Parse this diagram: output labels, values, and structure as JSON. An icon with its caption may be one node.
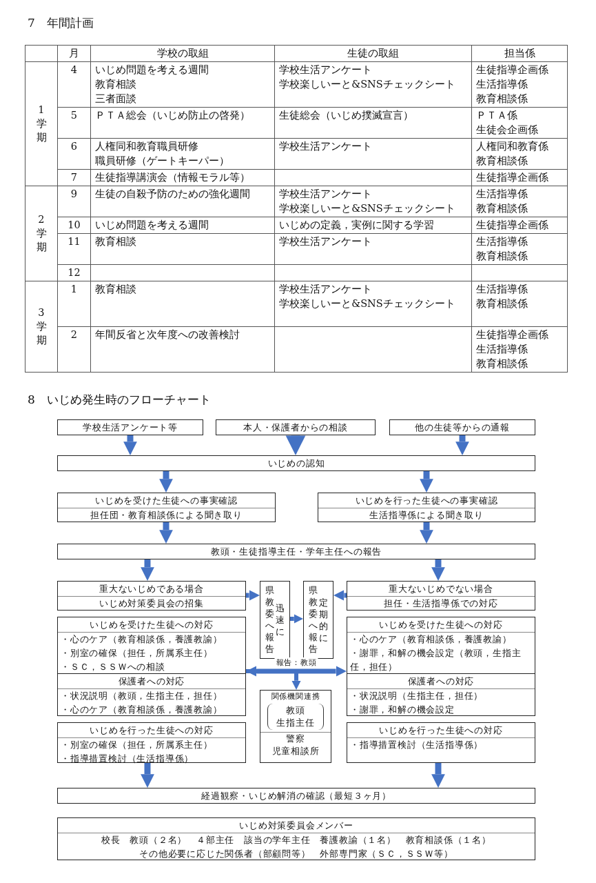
{
  "diagram": {
    "nodes": [
      {
        "text": [
          "学校生活アンケート等"
        ]
      },
      {
        "text": [
          "本人・保護者からの相談"
        ]
      },
      {
        "text": [
          "他の生徒等からの通報"
        ]
      },
      {
        "text": [
          "いじめの認知"
        ]
      },
      {
        "text": [
          "いじめを受けた生徒への事実確認",
          "担任団・教育相談係による聞き取り"
        ]
      },
      {
        "text": [
          "いじめを行った生徒への事実確認",
          "生活指導係による聞き取り"
        ]
      },
      {
        "text": [
          "教頭・生徒指導主任・学年主任への報告"
        ]
      },
      {
        "text": [
          "重大ないじめである場合",
          "いじめ対策委員会の招集"
        ]
      },
      {
        "text": [
          "重大ないじめでない場合",
          "担任・生活指導係での対応"
        ]
      },
      {
        "text": [
          "県教委へ報告",
          "迅速に"
        ]
      },
      {
        "text": [
          "県教委へ報告",
          "定期的に"
        ]
      },
      {
        "text": [
          "いじめを受けた生徒への対応",
          "・心のケア（教育相談係，養護教諭）",
          "・別室の確保（担任，所属系主任）",
          "・ＳＣ，ＳＳＷへの相談"
        ]
      },
      {
        "text": [
          "保護者への対応",
          "・状況説明（教頭，生指主任，担任）",
          "・心のケア（教育相談係，養護教諭）"
        ]
      },
      {
        "text": [
          "いじめを行った生徒への対応",
          "・別室の確保（担任，所属系主任）",
          "・指導措置検討（生活指導係）"
        ]
      },
      {
        "text": [
          "いじめを受けた生徒への対応",
          "・心のケア（教育相談係，養護教諭）",
          "・謝罪，和解の機会設定（教頭，生指主任，担任）"
        ]
      },
      {
        "text": [
          "保護者への対応",
          "・状況説明（生指主任，担任）",
          "・謝罪，和解の機会設定"
        ]
      },
      {
        "text": [
          "いじめを行った生徒への対応",
          "・指導措置検討（生活指導係）"
        ]
      },
      {
        "text": [
          "関係機関連携",
          "教頭",
          "生指主任",
          "警察",
          "児童相談所"
        ]
      },
      {
        "text": [
          "経過観察・いじめ解消の確認（最短３ヶ月）"
        ]
      },
      {
        "text": [
          "いじめ対策委員会メンバー",
          "校長　教頭（２名）　４部主任　該当の学年主任　養護教諭（１名）　教育相談係（１名）",
          "その他必要に応じた関係者（部顧問等）　外部専門家（ＳＣ，ＳＳＷ等）"
        ]
      }
    ],
    "edges": [
      {
        "from": 0,
        "to": 3,
        "arrow": "to"
      },
      {
        "from": 1,
        "to": 3,
        "arrow": "to"
      },
      {
        "from": 2,
        "to": 3,
        "arrow": "to"
      },
      {
        "from": 3,
        "to": 4,
        "arrow": "to"
      },
      {
        "from": 3,
        "to": 5,
        "arrow": "to"
      },
      {
        "from": 4,
        "to": 6,
        "arrow": "to"
      },
      {
        "from": 5,
        "to": 6,
        "arrow": "to"
      },
      {
        "from": 6,
        "to": 7,
        "arrow": "to"
      },
      {
        "from": 6,
        "to": 8,
        "arrow": "to"
      },
      {
        "from": 7,
        "to": 9,
        "arrow": "to"
      },
      {
        "from": 9,
        "to": 10,
        "arrow": "to"
      },
      {
        "from": 8,
        "to": 10,
        "arrow": "to"
      },
      {
        "from": 11,
        "to": 14,
        "arrow": "both",
        "label": "報告：教頭"
      },
      {
        "from": 11,
        "to": 17,
        "arrow": "to"
      },
      {
        "from": 13,
        "to": 18,
        "arrow": "to"
      },
      {
        "from": 16,
        "to": 18,
        "arrow": "to"
      }
    ],
    "labels": [
      "7　年間計画",
      "月",
      "学校の取組",
      "生徒の取組",
      "担当係",
      "1学期",
      "4",
      "いじめ問題を考える週間",
      "教育相談",
      "三者面談",
      "学校生活アンケート",
      "学校楽しいーと&SNSチェックシート",
      "生徒指導企画係",
      "生活指導係",
      "教育相談係",
      "5",
      "ＰＴＡ総会（いじめ防止の啓発）",
      "生徒総会（いじめ撲滅宣言）",
      "ＰＴＡ係",
      "生徒会企画係",
      "6",
      "人権同和教育職員研修",
      "職員研修（ゲートキーパー）",
      "学校生活アンケート",
      "人権同和教育係",
      "教育相談係",
      "7",
      "生徒指導講演会（情報モラル等）",
      "生徒指導企画係",
      "2学期",
      "9",
      "生徒の自殺予防のための強化週間",
      "学校生活アンケート",
      "学校楽しいーと&SNSチェックシート",
      "生活指導係",
      "教育相談係",
      "10",
      "いじめ問題を考える週間",
      "いじめの定義，実例に関する学習",
      "生徒指導企画係",
      "11",
      "教育相談",
      "学校生活アンケート",
      "生活指導係",
      "教育相談係",
      "12",
      "3学期",
      "1",
      "教育相談",
      "学校生活アンケート",
      "学校楽しいーと&SNSチェックシート",
      "生活指導係",
      "教育相談係",
      "2",
      "年間反省と次年度への改善検討",
      "生徒指導企画係",
      "生活指導係",
      "教育相談係",
      "8　いじめ発生時のフローチャート"
    ]
  }
}
